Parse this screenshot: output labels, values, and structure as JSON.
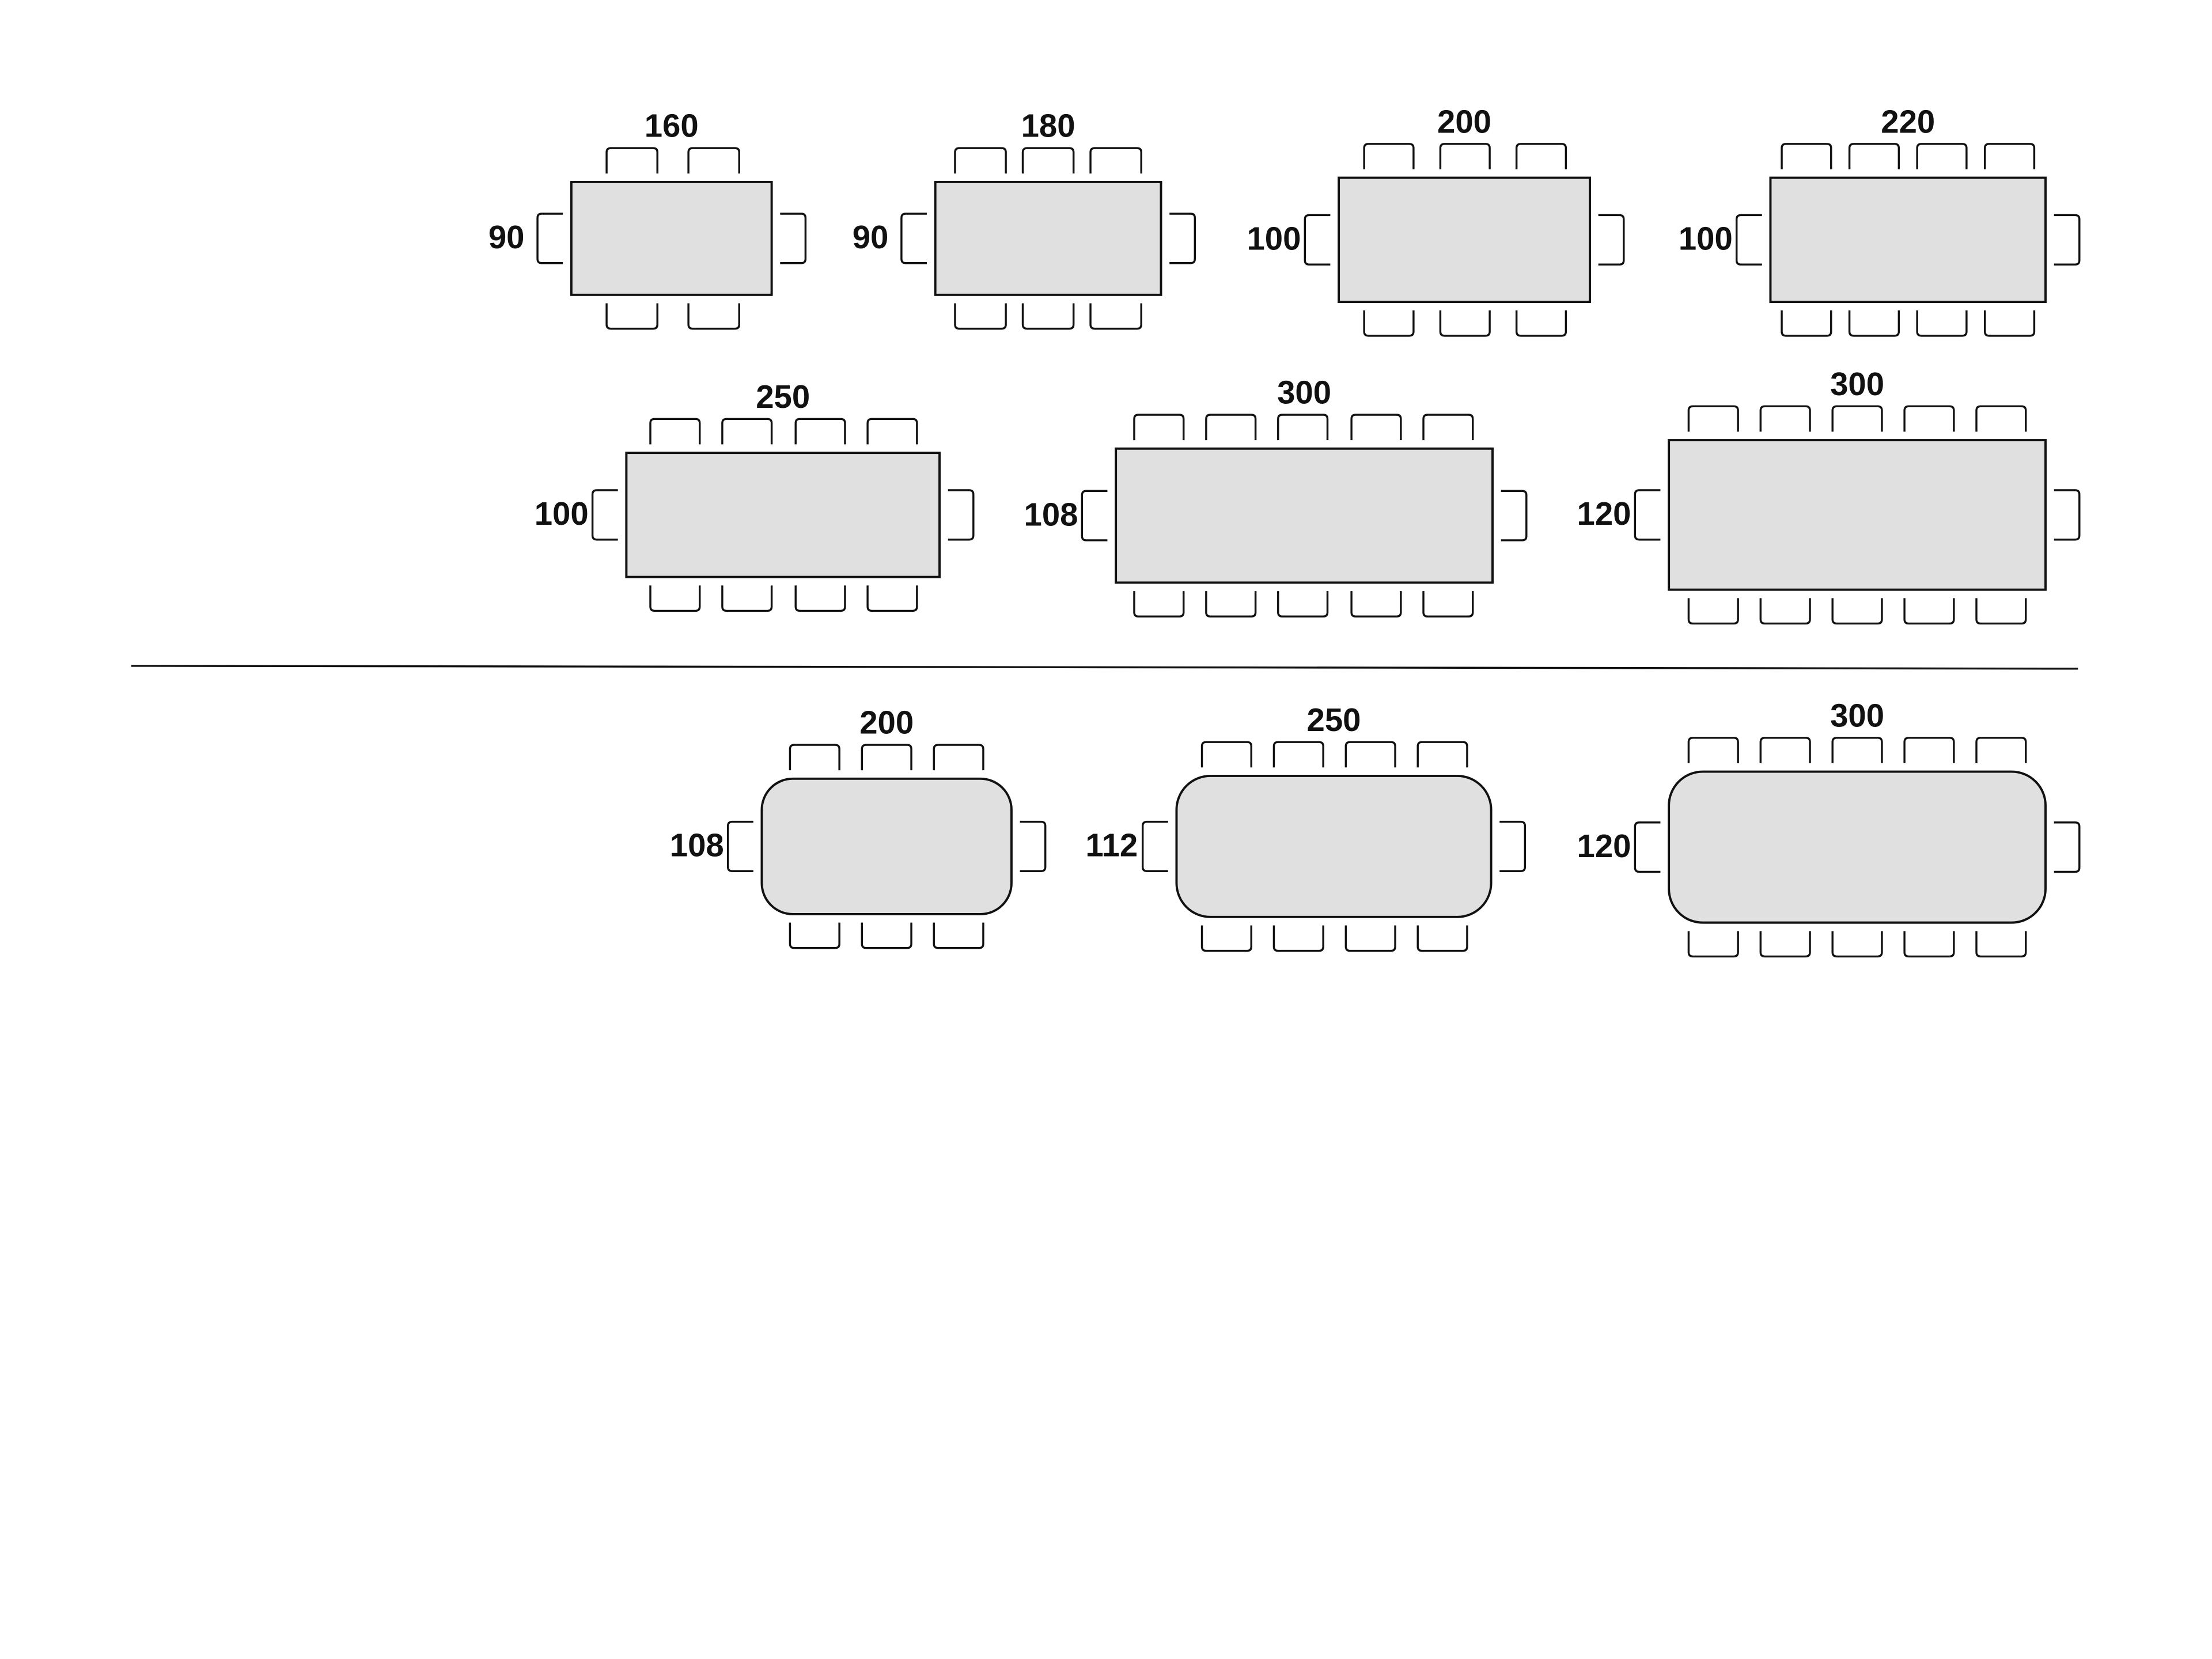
{
  "tables": [
    {
      "id": "rect-160x90",
      "length_label": "160",
      "depth_label": "90",
      "chairs_per_long_side": 2,
      "chairs_per_end": 1,
      "shape": "rectangular"
    },
    {
      "id": "rect-180x90",
      "length_label": "180",
      "depth_label": "90",
      "chairs_per_long_side": 3,
      "chairs_per_end": 1,
      "shape": "rectangular"
    },
    {
      "id": "rect-200x100",
      "length_label": "200",
      "depth_label": "100",
      "chairs_per_long_side": 3,
      "chairs_per_end": 1,
      "shape": "rectangular"
    },
    {
      "id": "rect-220x100",
      "length_label": "220",
      "depth_label": "100",
      "chairs_per_long_side": 4,
      "chairs_per_end": 1,
      "shape": "rectangular"
    },
    {
      "id": "rect-250x100",
      "length_label": "250",
      "depth_label": "100",
      "chairs_per_long_side": 4,
      "chairs_per_end": 1,
      "shape": "rectangular"
    },
    {
      "id": "rect-300x108",
      "length_label": "300",
      "depth_label": "108",
      "chairs_per_long_side": 5,
      "chairs_per_end": 1,
      "shape": "rectangular"
    },
    {
      "id": "rect-300x120",
      "length_label": "300",
      "depth_label": "120",
      "chairs_per_long_side": 5,
      "chairs_per_end": 1,
      "shape": "rectangular"
    },
    {
      "id": "rounded-200x108",
      "length_label": "200",
      "depth_label": "108",
      "chairs_per_long_side": 3,
      "chairs_per_end": 1,
      "shape": "rounded"
    },
    {
      "id": "rounded-250x112",
      "length_label": "250",
      "depth_label": "112",
      "chairs_per_long_side": 4,
      "chairs_per_end": 1,
      "shape": "rounded"
    },
    {
      "id": "rounded-300x120",
      "length_label": "300",
      "depth_label": "120",
      "chairs_per_long_side": 5,
      "chairs_per_end": 1,
      "shape": "rounded"
    }
  ],
  "colors": {
    "tabletop": "#e0e0e0",
    "stroke": "#111111"
  }
}
